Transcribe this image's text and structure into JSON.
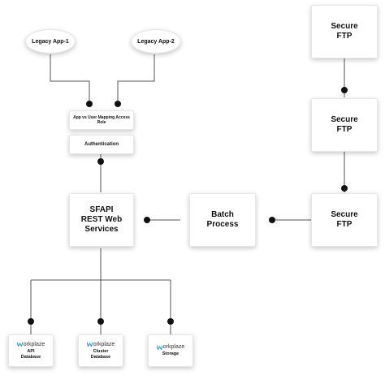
{
  "diagram": {
    "legacy_app_1": "Legacy App-1",
    "legacy_app_2": "Legacy App-2",
    "mapping": "App vs User Mapping Access Role",
    "authentication": "Authentication",
    "sfapi": [
      "SFAPI",
      "REST Web",
      "Services"
    ],
    "batch": [
      "Batch",
      "Process"
    ],
    "secure_ftp": [
      "Secure",
      "FTP"
    ],
    "workplaze_cards": [
      {
        "brand": "orkplaze",
        "lines": [
          "API",
          "Database"
        ]
      },
      {
        "brand": "orkplaze",
        "lines": [
          "Cluster",
          "Database"
        ]
      },
      {
        "brand": "orkplaze",
        "lines": [
          "Storage"
        ]
      }
    ],
    "colors": {
      "line": "#555555",
      "dot": "#111111",
      "brand": "#1f8fd6"
    }
  }
}
